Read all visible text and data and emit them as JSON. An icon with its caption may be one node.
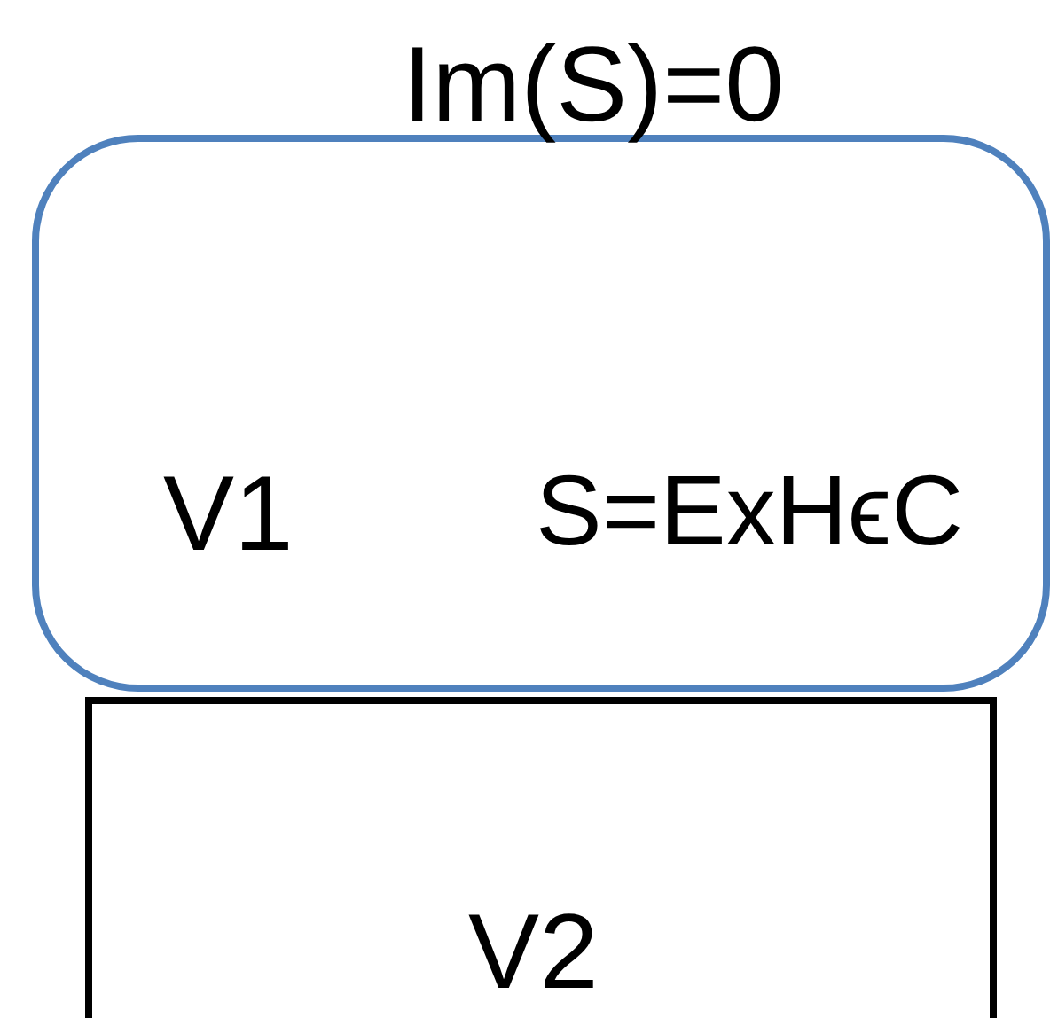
{
  "diagram": {
    "nodes": [
      {
        "text": [
          "Im(S)=0",
          "V1",
          "S=ExHϵC"
        ]
      },
      {
        "text": [
          "V2"
        ]
      }
    ]
  }
}
